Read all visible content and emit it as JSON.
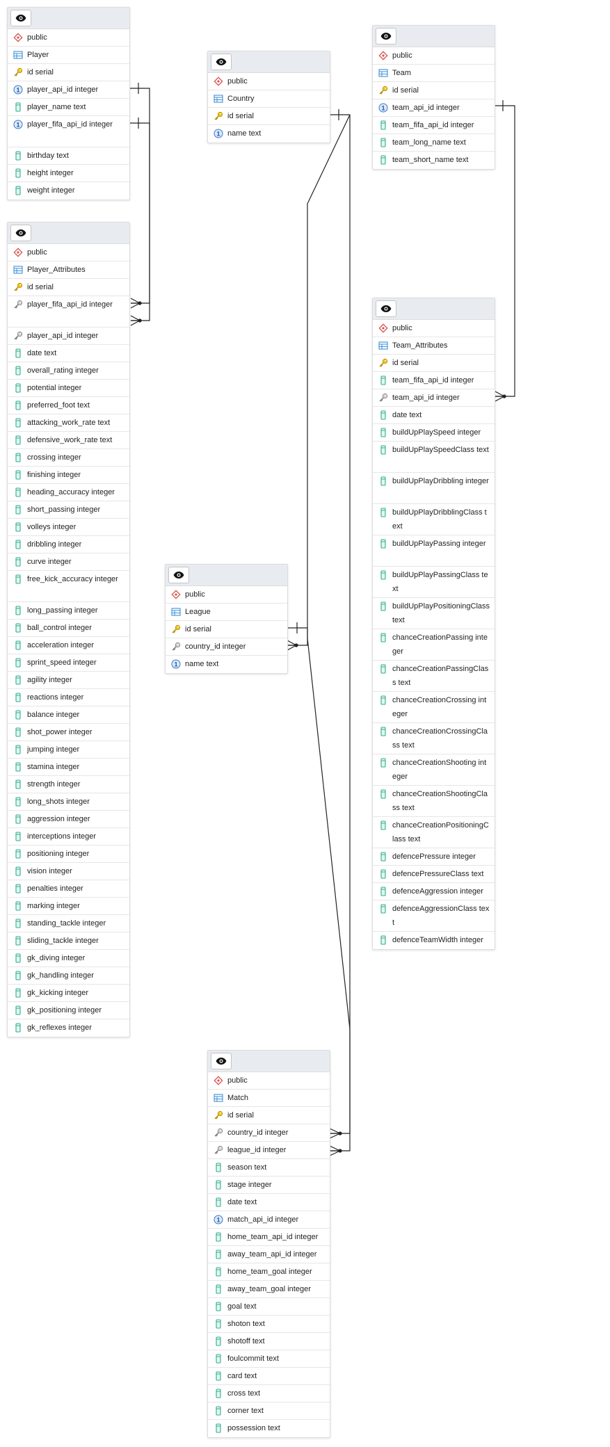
{
  "tables": [
    {
      "id": "player",
      "rows": [
        {
          "icon": "schema-icon",
          "text": "public"
        },
        {
          "icon": "table-icon",
          "text": "Player"
        },
        {
          "icon": "primary-key-icon",
          "text": "id serial"
        },
        {
          "icon": "unique-key-icon",
          "text": "player_api_id integer"
        },
        {
          "icon": "column-icon",
          "text": "player_name text"
        },
        {
          "icon": "unique-key-icon",
          "text": "player_fifa_api_id integer"
        },
        {
          "icon": "column-icon",
          "text": "birthday text"
        },
        {
          "icon": "column-icon",
          "text": "height integer"
        },
        {
          "icon": "column-icon",
          "text": "weight integer"
        }
      ]
    },
    {
      "id": "player_attributes",
      "rows": [
        {
          "icon": "schema-icon",
          "text": "public"
        },
        {
          "icon": "table-icon",
          "text": "Player_Attributes"
        },
        {
          "icon": "primary-key-icon",
          "text": "id serial"
        },
        {
          "icon": "foreign-key-icon",
          "text": "player_fifa_api_id integer"
        },
        {
          "icon": "foreign-key-icon",
          "text": "player_api_id integer"
        },
        {
          "icon": "column-icon",
          "text": "date text"
        },
        {
          "icon": "column-icon",
          "text": "overall_rating integer"
        },
        {
          "icon": "column-icon",
          "text": "potential integer"
        },
        {
          "icon": "column-icon",
          "text": "preferred_foot text"
        },
        {
          "icon": "column-icon",
          "text": "attacking_work_rate text"
        },
        {
          "icon": "column-icon",
          "text": "defensive_work_rate text"
        },
        {
          "icon": "column-icon",
          "text": "crossing integer"
        },
        {
          "icon": "column-icon",
          "text": "finishing integer"
        },
        {
          "icon": "column-icon",
          "text": "heading_accuracy integer"
        },
        {
          "icon": "column-icon",
          "text": "short_passing integer"
        },
        {
          "icon": "column-icon",
          "text": "volleys integer"
        },
        {
          "icon": "column-icon",
          "text": "dribbling integer"
        },
        {
          "icon": "column-icon",
          "text": "curve integer"
        },
        {
          "icon": "column-icon",
          "text": "free_kick_accuracy integer"
        },
        {
          "icon": "column-icon",
          "text": "long_passing integer"
        },
        {
          "icon": "column-icon",
          "text": "ball_control integer"
        },
        {
          "icon": "column-icon",
          "text": "acceleration integer"
        },
        {
          "icon": "column-icon",
          "text": "sprint_speed integer"
        },
        {
          "icon": "column-icon",
          "text": "agility integer"
        },
        {
          "icon": "column-icon",
          "text": "reactions integer"
        },
        {
          "icon": "column-icon",
          "text": "balance integer"
        },
        {
          "icon": "column-icon",
          "text": "shot_power integer"
        },
        {
          "icon": "column-icon",
          "text": "jumping integer"
        },
        {
          "icon": "column-icon",
          "text": "stamina integer"
        },
        {
          "icon": "column-icon",
          "text": "strength integer"
        },
        {
          "icon": "column-icon",
          "text": "long_shots integer"
        },
        {
          "icon": "column-icon",
          "text": "aggression integer"
        },
        {
          "icon": "column-icon",
          "text": "interceptions integer"
        },
        {
          "icon": "column-icon",
          "text": "positioning integer"
        },
        {
          "icon": "column-icon",
          "text": "vision integer"
        },
        {
          "icon": "column-icon",
          "text": "penalties integer"
        },
        {
          "icon": "column-icon",
          "text": "marking integer"
        },
        {
          "icon": "column-icon",
          "text": "standing_tackle integer"
        },
        {
          "icon": "column-icon",
          "text": "sliding_tackle integer"
        },
        {
          "icon": "column-icon",
          "text": "gk_diving integer"
        },
        {
          "icon": "column-icon",
          "text": "gk_handling integer"
        },
        {
          "icon": "column-icon",
          "text": "gk_kicking integer"
        },
        {
          "icon": "column-icon",
          "text": "gk_positioning integer"
        },
        {
          "icon": "column-icon",
          "text": "gk_reflexes integer"
        }
      ]
    },
    {
      "id": "country",
      "rows": [
        {
          "icon": "schema-icon",
          "text": "public"
        },
        {
          "icon": "table-icon",
          "text": "Country"
        },
        {
          "icon": "primary-key-icon",
          "text": "id serial"
        },
        {
          "icon": "unique-key-icon",
          "text": "name text"
        }
      ]
    },
    {
      "id": "team",
      "rows": [
        {
          "icon": "schema-icon",
          "text": "public"
        },
        {
          "icon": "table-icon",
          "text": "Team"
        },
        {
          "icon": "primary-key-icon",
          "text": "id serial"
        },
        {
          "icon": "unique-key-icon",
          "text": "team_api_id integer"
        },
        {
          "icon": "column-icon",
          "text": "team_fifa_api_id integer"
        },
        {
          "icon": "column-icon",
          "text": "team_long_name text"
        },
        {
          "icon": "column-icon",
          "text": "team_short_name text"
        }
      ]
    },
    {
      "id": "team_attributes",
      "rows": [
        {
          "icon": "schema-icon",
          "text": "public"
        },
        {
          "icon": "table-icon",
          "text": "Team_Attributes"
        },
        {
          "icon": "primary-key-icon",
          "text": "id serial"
        },
        {
          "icon": "column-icon",
          "text": "team_fifa_api_id integer"
        },
        {
          "icon": "foreign-key-icon",
          "text": "team_api_id integer"
        },
        {
          "icon": "column-icon",
          "text": "date text"
        },
        {
          "icon": "column-icon",
          "text": "buildUpPlaySpeed integer"
        },
        {
          "icon": "column-icon",
          "text": "buildUpPlaySpeedClass text"
        },
        {
          "icon": "column-icon",
          "text": "buildUpPlayDribbling integer"
        },
        {
          "icon": "column-icon",
          "text": "buildUpPlayDribblingClass text"
        },
        {
          "icon": "column-icon",
          "text": "buildUpPlayPassing integer"
        },
        {
          "icon": "column-icon",
          "text": "buildUpPlayPassingClass text"
        },
        {
          "icon": "column-icon",
          "text": "buildUpPlayPositioningClass text"
        },
        {
          "icon": "column-icon",
          "text": "chanceCreationPassing integer"
        },
        {
          "icon": "column-icon",
          "text": "chanceCreationPassingClass text"
        },
        {
          "icon": "column-icon",
          "text": "chanceCreationCrossing integer"
        },
        {
          "icon": "column-icon",
          "text": "chanceCreationCrossingClass text"
        },
        {
          "icon": "column-icon",
          "text": "chanceCreationShooting integer"
        },
        {
          "icon": "column-icon",
          "text": "chanceCreationShootingClass text"
        },
        {
          "icon": "column-icon",
          "text": "chanceCreationPositioningClass text"
        },
        {
          "icon": "column-icon",
          "text": "defencePressure integer"
        },
        {
          "icon": "column-icon",
          "text": "defencePressureClass text"
        },
        {
          "icon": "column-icon",
          "text": "defenceAggression integer"
        },
        {
          "icon": "column-icon",
          "text": "defenceAggressionClass text"
        },
        {
          "icon": "column-icon",
          "text": "defenceTeamWidth integer"
        }
      ]
    },
    {
      "id": "league",
      "rows": [
        {
          "icon": "schema-icon",
          "text": "public"
        },
        {
          "icon": "table-icon",
          "text": "League"
        },
        {
          "icon": "primary-key-icon",
          "text": "id serial"
        },
        {
          "icon": "foreign-key-icon",
          "text": "country_id integer"
        },
        {
          "icon": "unique-key-icon",
          "text": "name text"
        }
      ]
    },
    {
      "id": "match",
      "rows": [
        {
          "icon": "schema-icon",
          "text": "public"
        },
        {
          "icon": "table-icon",
          "text": "Match"
        },
        {
          "icon": "primary-key-icon",
          "text": "id serial"
        },
        {
          "icon": "foreign-key-icon",
          "text": "country_id integer"
        },
        {
          "icon": "foreign-key-icon",
          "text": "league_id integer"
        },
        {
          "icon": "column-icon",
          "text": "season text"
        },
        {
          "icon": "column-icon",
          "text": "stage integer"
        },
        {
          "icon": "column-icon",
          "text": "date text"
        },
        {
          "icon": "unique-key-icon",
          "text": "match_api_id integer"
        },
        {
          "icon": "column-icon",
          "text": "home_team_api_id integer"
        },
        {
          "icon": "column-icon",
          "text": "away_team_api_id integer"
        },
        {
          "icon": "column-icon",
          "text": "home_team_goal integer"
        },
        {
          "icon": "column-icon",
          "text": "away_team_goal integer"
        },
        {
          "icon": "column-icon",
          "text": "goal text"
        },
        {
          "icon": "column-icon",
          "text": "shoton text"
        },
        {
          "icon": "column-icon",
          "text": "shotoff text"
        },
        {
          "icon": "column-icon",
          "text": "foulcommit text"
        },
        {
          "icon": "column-icon",
          "text": "card text"
        },
        {
          "icon": "column-icon",
          "text": "cross text"
        },
        {
          "icon": "column-icon",
          "text": "corner text"
        },
        {
          "icon": "column-icon",
          "text": "possession text"
        }
      ]
    }
  ]
}
